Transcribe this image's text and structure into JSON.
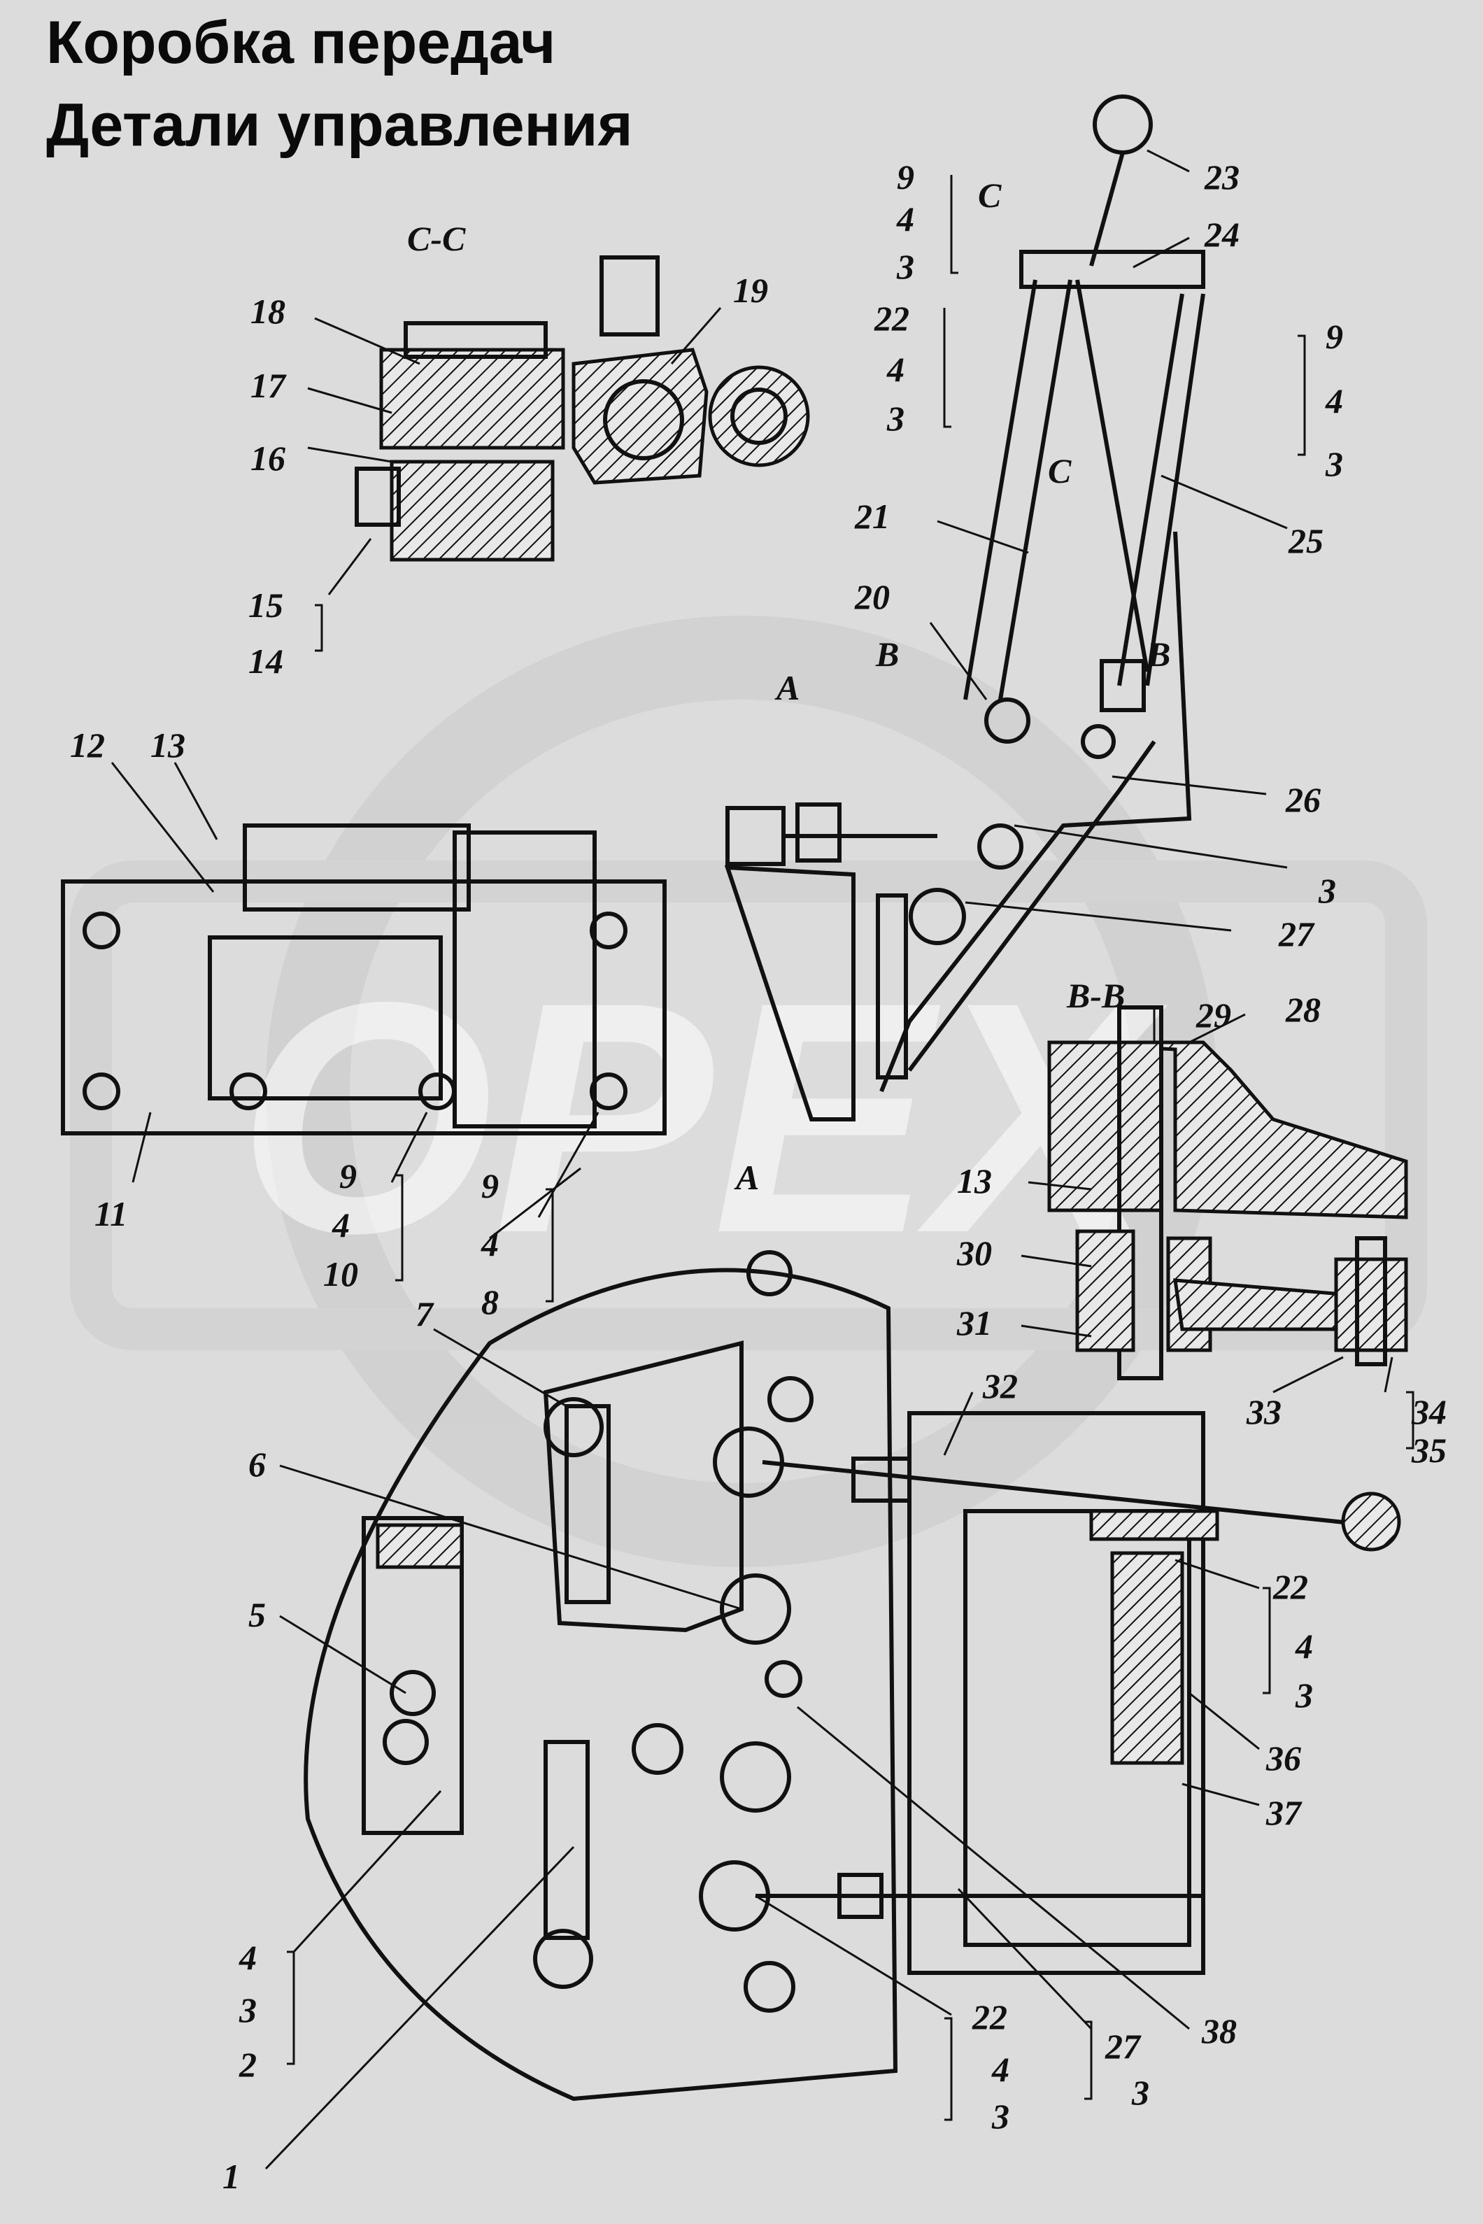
{
  "title": {
    "line1": "Коробка передач",
    "line2": "Детали управления"
  },
  "watermark": "OPEX",
  "sections": {
    "cc": "C-C",
    "bb": "B-B",
    "c_top": "C",
    "c_mid": "C",
    "b_left": "B",
    "b_right": "B",
    "a_top": "A",
    "a_mid": "A"
  },
  "callouts": [
    "23",
    "24",
    "25",
    "26",
    "3",
    "27",
    "28",
    "29",
    "9",
    "4",
    "3",
    "9",
    "4",
    "3",
    "22",
    "4",
    "3",
    "21",
    "20",
    "18",
    "17",
    "16",
    "15",
    "14",
    "19",
    "12",
    "13",
    "11",
    "9",
    "4",
    "10",
    "9",
    "4",
    "8",
    "13",
    "30",
    "31",
    "32",
    "33",
    "34",
    "35",
    "7",
    "6",
    "5",
    "22",
    "4",
    "3",
    "36",
    "37",
    "4",
    "3",
    "2",
    "1",
    "22",
    "4",
    "3",
    "27",
    "3",
    "38"
  ],
  "colors": {
    "background": "#dcdcdc",
    "ink": "#111111",
    "watermark": "#ffffff"
  }
}
